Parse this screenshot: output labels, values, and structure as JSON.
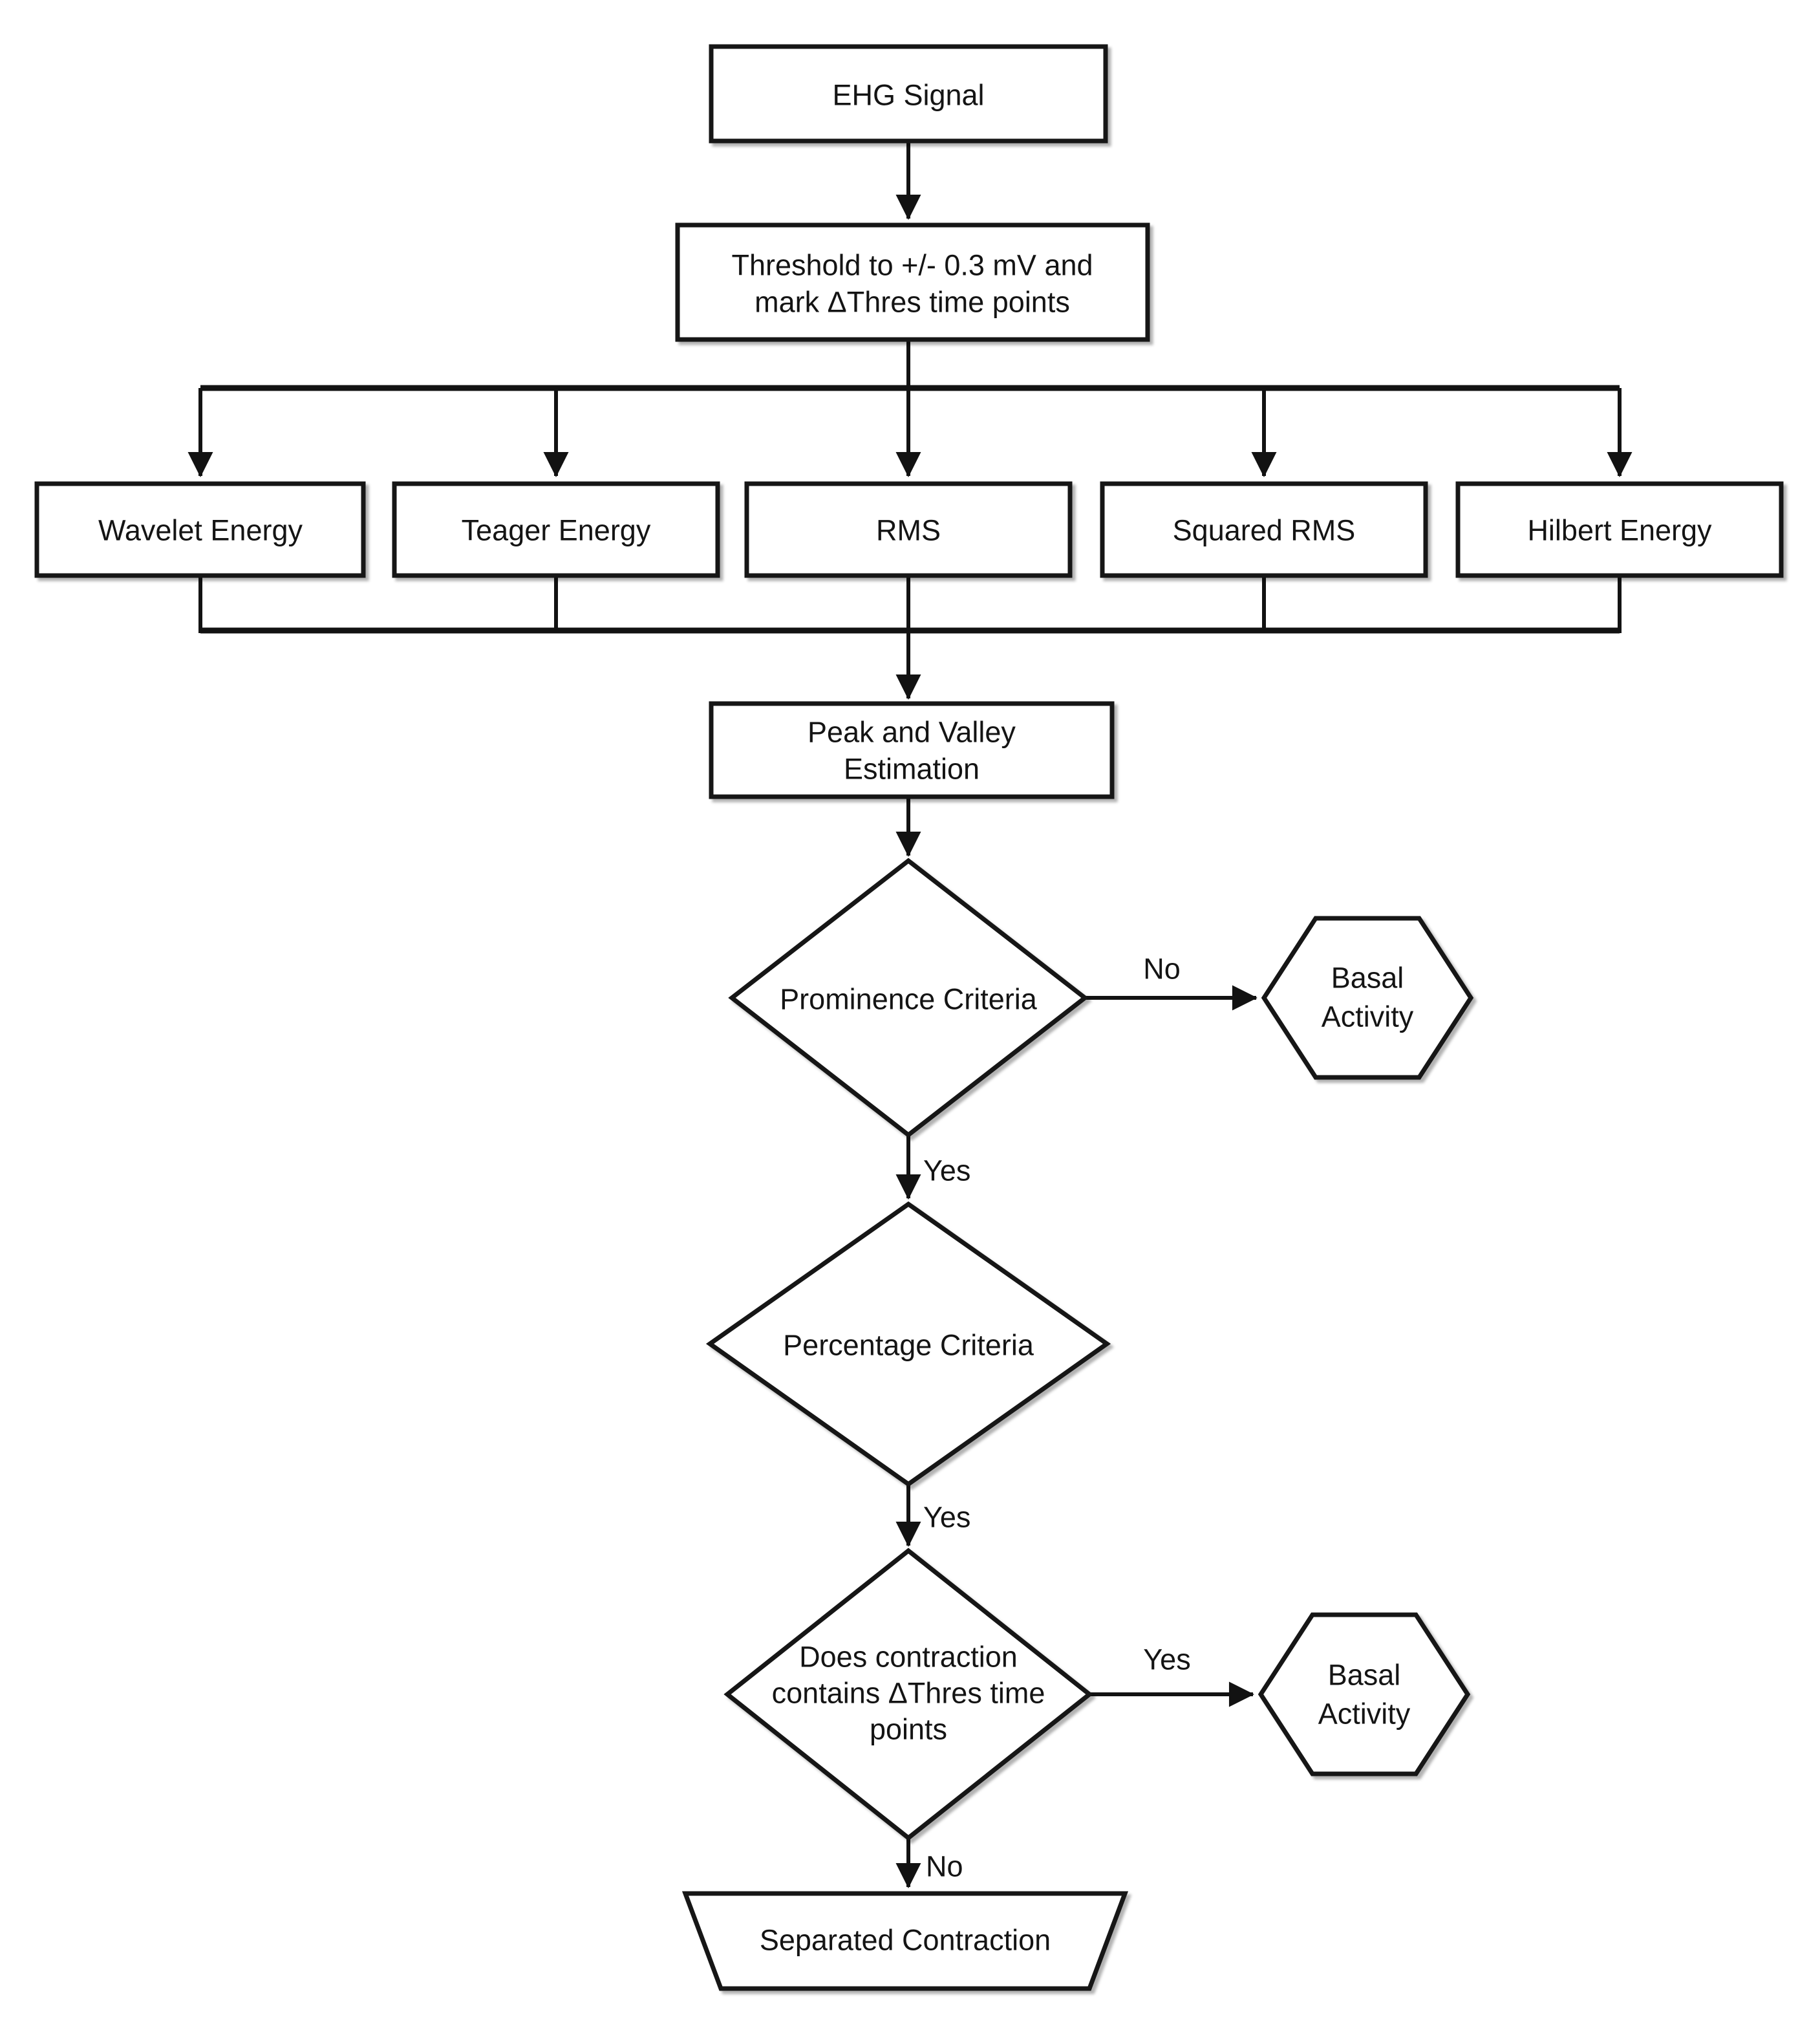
{
  "diagram": {
    "type": "flowchart",
    "description": "EHG signal processing pipeline for separating uterine contractions from basal activity",
    "colors": {
      "background": "#ffffff",
      "shape_fill": "#ffffff",
      "stroke": "#121212",
      "text": "#141414"
    },
    "nodes": {
      "ehg_signal": {
        "shape": "rectangle",
        "label": "EHG Signal"
      },
      "threshold": {
        "shape": "rectangle",
        "lines": [
          "Threshold to +/- 0.3 mV and",
          "mark ΔThres time points"
        ]
      },
      "wavelet": {
        "shape": "rectangle",
        "label": "Wavelet Energy"
      },
      "teager": {
        "shape": "rectangle",
        "label": "Teager Energy"
      },
      "rms": {
        "shape": "rectangle",
        "label": "RMS"
      },
      "squared_rms": {
        "shape": "rectangle",
        "label": "Squared RMS"
      },
      "hilbert": {
        "shape": "rectangle",
        "label": "Hilbert Energy"
      },
      "peak_valley": {
        "shape": "rectangle",
        "lines": [
          "Peak and Valley",
          "Estimation"
        ]
      },
      "prominence": {
        "shape": "diamond",
        "label": "Prominence Criteria"
      },
      "basal_activity_1": {
        "shape": "hexagon",
        "lines": [
          "Basal",
          "Activity"
        ]
      },
      "percentage": {
        "shape": "diamond",
        "label": "Percentage Criteria"
      },
      "contraction": {
        "shape": "diamond",
        "lines": [
          "Does contraction",
          "contains ΔThres time",
          "points"
        ]
      },
      "basal_activity_2": {
        "shape": "hexagon",
        "lines": [
          "Basal",
          "Activity"
        ]
      },
      "separated": {
        "shape": "trapezoid",
        "label": "Separated Contraction"
      }
    },
    "edges": [
      {
        "from": "ehg_signal",
        "to": "threshold",
        "label": ""
      },
      {
        "from": "threshold",
        "to": "wavelet",
        "label": ""
      },
      {
        "from": "threshold",
        "to": "teager",
        "label": ""
      },
      {
        "from": "threshold",
        "to": "rms",
        "label": ""
      },
      {
        "from": "threshold",
        "to": "squared_rms",
        "label": ""
      },
      {
        "from": "threshold",
        "to": "hilbert",
        "label": ""
      },
      {
        "from": "energy_features_merge",
        "to": "peak_valley",
        "label": ""
      },
      {
        "from": "peak_valley",
        "to": "prominence",
        "label": ""
      },
      {
        "from": "prominence",
        "to": "basal_activity_1",
        "label": "No"
      },
      {
        "from": "prominence",
        "to": "percentage",
        "label": "Yes"
      },
      {
        "from": "percentage",
        "to": "contraction",
        "label": "Yes"
      },
      {
        "from": "contraction",
        "to": "basal_activity_2",
        "label": "Yes"
      },
      {
        "from": "contraction",
        "to": "separated",
        "label": "No"
      }
    ]
  }
}
